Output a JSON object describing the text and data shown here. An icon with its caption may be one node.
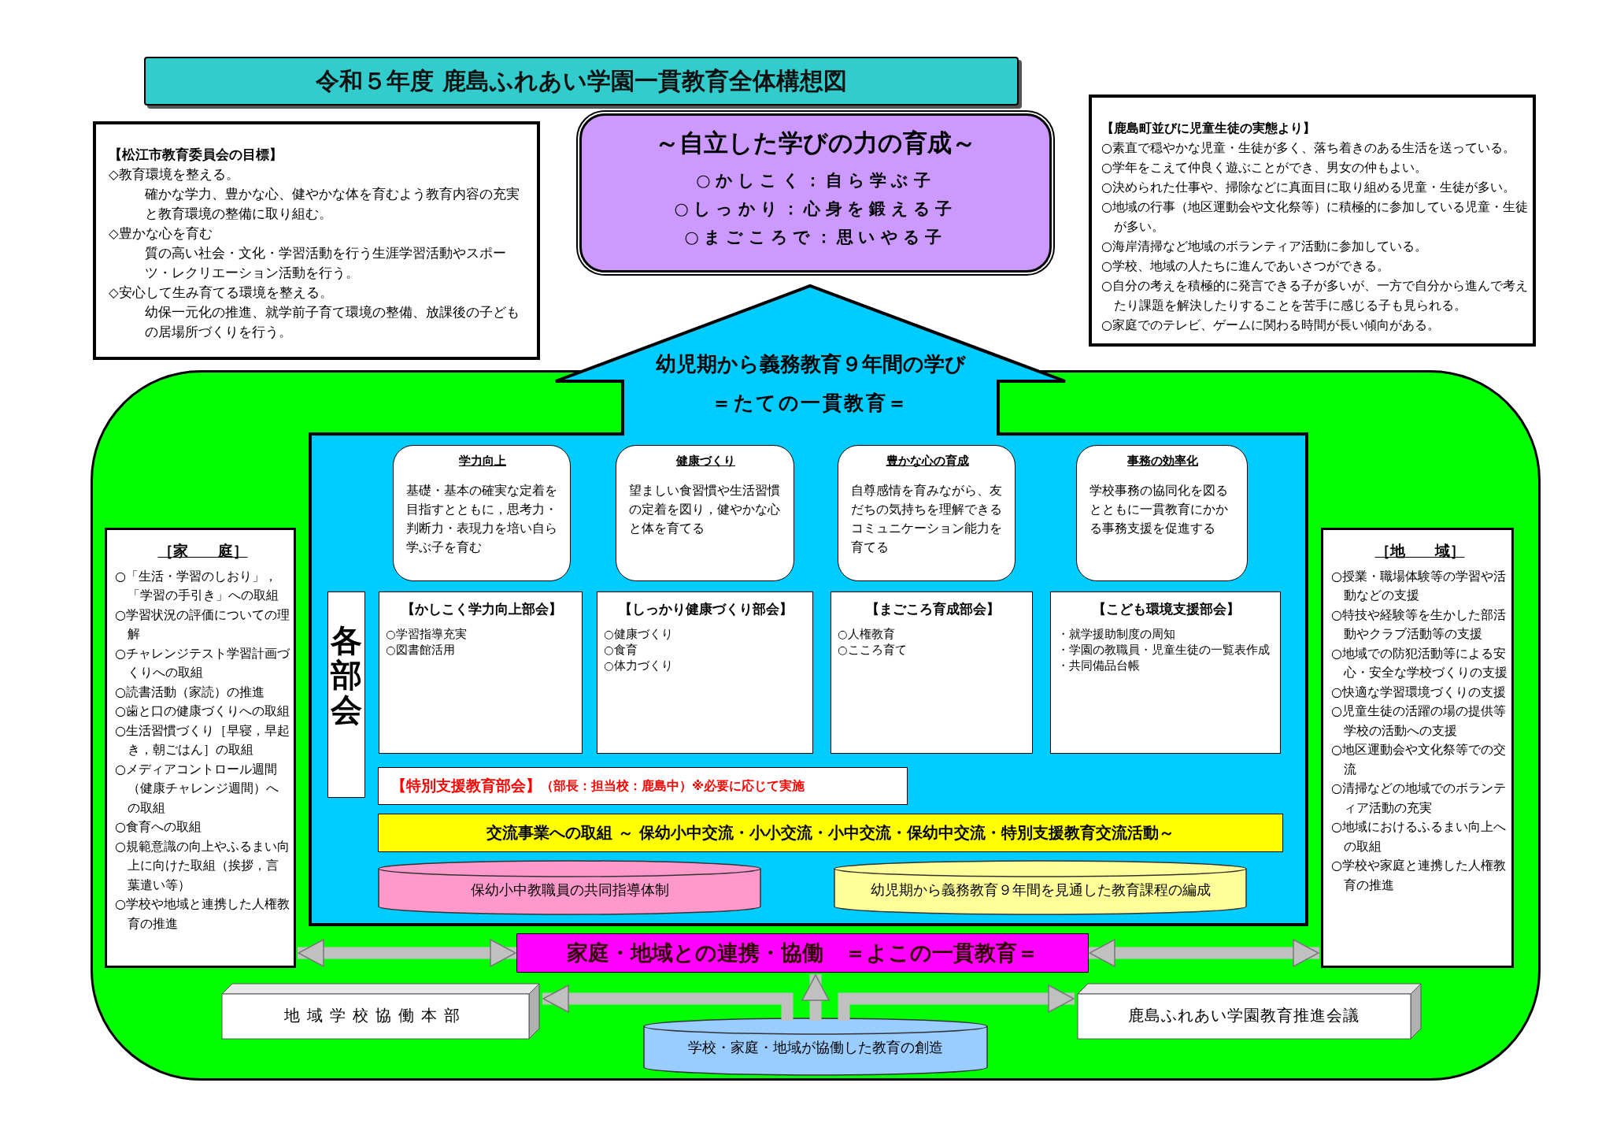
{
  "diagram": {
    "title": "令和５年度 鹿島ふれあい学園一貫教育全体構想図",
    "nodes": [
      {
        "text": [
          "【松江市教育委員会の目標】",
          "◇教育環境を整える。",
          "確かな学力、豊かな心、健やかな体を育むよう教育内容の充実と教育環境の整備に取り組む。",
          "◇豊かな心を育む",
          "質の高い社会・文化・学習活動を行う生涯学習活動やスポーツ・レクリエーション活動を行う。",
          "◇安心して生み育てる環境を整える。",
          "幼保一元化の推進、就学前子育て環境の整備、放課後の子どもの居場所づくりを行う。"
        ]
      },
      {
        "text": [
          "～自立した学びの力の育成～",
          "○かしこく：自ら学ぶ子",
          "○しっかり：心身を鍛える子",
          "○まごころで：思いやる子"
        ]
      },
      {
        "text": [
          "【鹿島町並びに児童生徒の実態より】",
          "○素直で穏やかな児童・生徒が多く、落ち着きのある生活を送っている。",
          "○学年をこえて仲良く遊ぶことができ、男女の仲もよい。",
          "○決められた仕事や、掃除などに真面目に取り組める児童・生徒が多い。",
          "○地域の行事（地区運動会や文化祭等）に積極的に参加している児童・生徒が多い。",
          "○海岸清掃など地域のボランティア活動に参加している。",
          "○学校、地域の人たちに進んであいさつができる。",
          "○自分の考えを積極的に発言できる子が多いが、一方で自分から進んで考えたり課題を解決したりすることを苦手に感じる子も見られる。",
          "○家庭でのテレビ、ゲームに関わる時間が長い傾向がある。"
        ]
      },
      {
        "text": [],
        "shape": "box"
      },
      {
        "text": [
          "幼児期から義務教育９年間の学び",
          "＝たての一貫教育＝"
        ]
      },
      {
        "text": [],
        "shape": "box",
        "in": 3
      },
      {
        "text": [
          "学力向上",
          "基礎・基本の確実な定着を目指すとともに，思考力・判断力・表現力を培い自ら学ぶ子を育む"
        ],
        "in": 5
      },
      {
        "text": [
          "健康づくり",
          "望ましい食習慣や生活習慣の定着を図り，健やかな心と体を育てる"
        ],
        "in": 5
      },
      {
        "text": [
          "豊かな心の育成",
          "自尊感情を育みながら、友だちの気持ちを理解できるコミュニケーション能力を育てる"
        ],
        "in": 5
      },
      {
        "text": [
          "事務の効率化",
          "学校事務の協同化を図るとともに一貫教育にかかる事務支援を促進する"
        ],
        "in": 5
      },
      {
        "text": [
          "各部会"
        ],
        "in": 5
      },
      {
        "text": [
          "【かしこく学力向上部会】",
          "○学習指導充実",
          "○図書館活用"
        ],
        "in": 5
      },
      {
        "text": [
          "【しっかり健康づくり部会】",
          "○健康づくり",
          "○食育",
          "○体力づくり"
        ],
        "in": 5
      },
      {
        "text": [
          "【まごころ育成部会】",
          "○人権教育",
          "○こころ育て"
        ],
        "in": 5
      },
      {
        "text": [
          "【こども環境支援部会】",
          "・就学援助制度の周知",
          "・学園の教職員・児童生徒の一覧表作成",
          "・共同備品台帳"
        ],
        "in": 5
      },
      {
        "text": [
          "【特別支援教育部会】",
          "（部長：担当校：鹿島中）※必要に応じて実施"
        ],
        "in": 5
      },
      {
        "text": [
          "交流事業への取組 ～ 保幼小中交流・小小交流・小中交流・保幼中交流・特別支援教育交流活動～"
        ],
        "in": 5
      },
      {
        "text": [
          "保幼小中教職員の共同指導体制"
        ],
        "in": 5
      },
      {
        "text": [
          "幼児期から義務教育９年間を見通した教育課程の編成"
        ],
        "in": 5
      },
      {
        "text": [
          "［家　　庭］",
          "○「生活・学習のしおり」，「学習の手引き」への取組",
          "○学習状況の評価についての理解",
          "○チャレンジテスト学習計画づくりへの取組",
          "○読書活動（家読）の推進",
          "○歯と口の健康づくりへの取組",
          "○生活習慣づくり［早寝，早起き，朝ごはん］の取組",
          "○メディアコントロール週間（健康チャレンジ週間）への取組",
          "○食育への取組",
          "○規範意識の向上やふるまい向上に向けた取組（挨拶，言葉遣い等）",
          "○学校や地域と連携した人権教育の推進"
        ],
        "in": 3
      },
      {
        "text": [
          "［地　　域］",
          "○授業・職場体験等の学習や活動などの支援",
          "○特技や経験等を生かした部活動やクラブ活動等の支援",
          "○地域での防犯活動等による安心・安全な学校づくりの支援",
          "○快適な学習環境づくりの支援",
          "○児童生徒の活躍の場の提供等学校の活動への支援",
          "○地区運動会や文化祭等での交流",
          "○清掃などの地域でのボランティア活動の充実",
          "○地域におけるふるまい向上への取組",
          "○学校や家庭と連携した人権教育の推進"
        ],
        "in": 3
      },
      {
        "text": [
          "家庭・地域との連携・協働　＝よこの一貫教育＝"
        ],
        "in": 3
      },
      {
        "text": [
          "地域学校協働本部"
        ],
        "in": 3
      },
      {
        "text": [
          "学校・家庭・地域が協働した教育の創造"
        ],
        "in": 3
      },
      {
        "text": [
          "鹿島ふれあい学園教育推進会議"
        ],
        "in": 3
      }
    ],
    "edges": [
      {
        "from": 21,
        "to": 19,
        "arrow": "both"
      },
      {
        "from": 21,
        "to": 20,
        "arrow": "both"
      },
      {
        "from": 23,
        "to": 21,
        "arrow": "to"
      },
      {
        "from": 23,
        "to": 22,
        "arrow": "to"
      },
      {
        "from": 23,
        "to": 24,
        "arrow": "to"
      }
    ]
  }
}
